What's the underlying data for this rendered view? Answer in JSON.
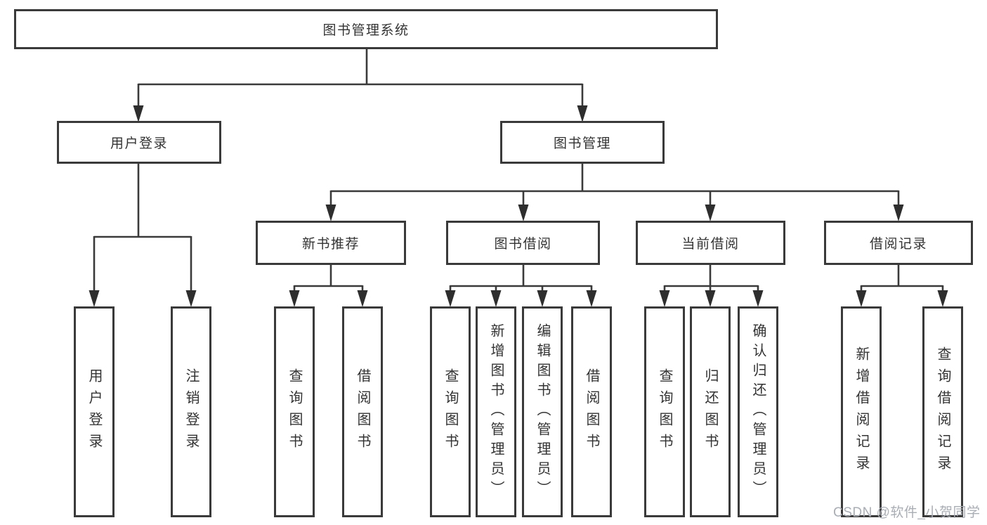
{
  "page": {
    "background": "#ffffff"
  },
  "colors": {
    "line": "#3a3a3a",
    "box_border": "#3a3a3a",
    "text": "#333333",
    "watermark": "#a9aeb5"
  },
  "watermark": {
    "text": "CSDN @软件_小贺同学"
  },
  "diagram": {
    "type": "hierarchy-tree",
    "root": {
      "label": "图书管理系统"
    },
    "level2": [
      {
        "label": "用户登录"
      },
      {
        "label": "图书管理"
      }
    ],
    "level3": [
      {
        "label": "新书推荐",
        "parent": "图书管理"
      },
      {
        "label": "图书借阅",
        "parent": "图书管理"
      },
      {
        "label": "当前借阅",
        "parent": "图书管理"
      },
      {
        "label": "借阅记录",
        "parent": "图书管理"
      }
    ],
    "leaves": [
      {
        "label": "用户登录",
        "parent": "用户登录"
      },
      {
        "label": "注销登录",
        "parent": "用户登录"
      },
      {
        "label": "查询图书",
        "parent": "新书推荐"
      },
      {
        "label": "借阅图书",
        "parent": "新书推荐"
      },
      {
        "label": "查询图书",
        "parent": "图书借阅"
      },
      {
        "label": "新增图书（管理员）",
        "parent": "图书借阅"
      },
      {
        "label": "编辑图书（管理员）",
        "parent": "图书借阅"
      },
      {
        "label": "借阅图书",
        "parent": "图书借阅"
      },
      {
        "label": "查询图书",
        "parent": "当前借阅"
      },
      {
        "label": "归还图书",
        "parent": "当前借阅"
      },
      {
        "label": "确认归还（管理员）",
        "parent": "当前借阅"
      },
      {
        "label": "新增借阅记录",
        "parent": "借阅记录"
      },
      {
        "label": "查询借阅记录",
        "parent": "借阅记录"
      }
    ]
  }
}
